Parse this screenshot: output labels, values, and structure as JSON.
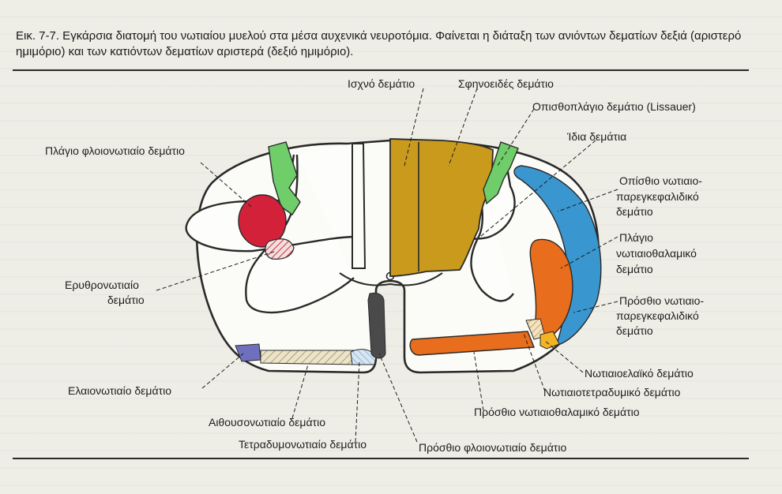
{
  "caption": "Εικ. 7-7. Εγκάρσια διατομή του νωτιαίου μυελού στα μέσα αυχενικά νευροτόμια. Φαίνεται η διάταξη των ανιόντων δεματίων δεξιά (αριστερό ημιμόριο) και των κατιόντων δεματίων αριστερά (δεξιό ημιμόριο).",
  "labels": {
    "ischno": "Ισχνό δεμάτιο",
    "sfinoeides": "Σφηνοειδές δεμάτιο",
    "lissauer": "Οπισθοπλάγιο δεμάτιο (Lissauer)",
    "idia": "Ίδια δεμάτια",
    "plagio_floio": "Πλάγιο φλοιονωτιαίο δεμάτιο",
    "opistho_parenk": [
      "Οπίσθιο νωτιαιο-",
      "παρεγκεφαλιδικό",
      "δεμάτιο"
    ],
    "plagio_thalamiko": [
      "Πλάγιο",
      "νωτιαιοθαλαμικό",
      "δεμάτιο"
    ],
    "erythro": [
      "Ερυθρονωτιαίο",
      "δεμάτιο"
    ],
    "prosthio_parenk": [
      "Πρόσθιο νωτιαιο-",
      "παρεγκεφαλιδικό",
      "δεμάτιο"
    ],
    "notiaioelaiko": "Νωτιαιοελαϊκό δεμάτιο",
    "notiaiotetradymiko": "Νωτιαιοτετραδυμικό δεμάτιο",
    "prosthio_thalamiko": "Πρόσθιο νωτιαιοθαλαμικό δεμάτιο",
    "elaio": "Ελαιονωτιαίο δεμάτιο",
    "aithouso": "Αιθουσονωτιαίο δεμάτιο",
    "tetradymo": "Τετραδυμονωτιαίο δεμάτιο",
    "prosthio_floio": "Πρόσθιο φλοιονωτιαίο δεμάτιο"
  },
  "colors": {
    "gracile_cuneate": "#c99a1c",
    "lissauer": "#6fce6a",
    "lateral_corticospinal": "#d4213a",
    "dorsal_spinocerebellar": "#3a96cf",
    "lateral_spinothalamic": "#e86d1c",
    "olivospinal": "#6e6fbd",
    "anterior_corticospinal": "#4a4a4a",
    "spino_olivary": "#f2b424"
  }
}
